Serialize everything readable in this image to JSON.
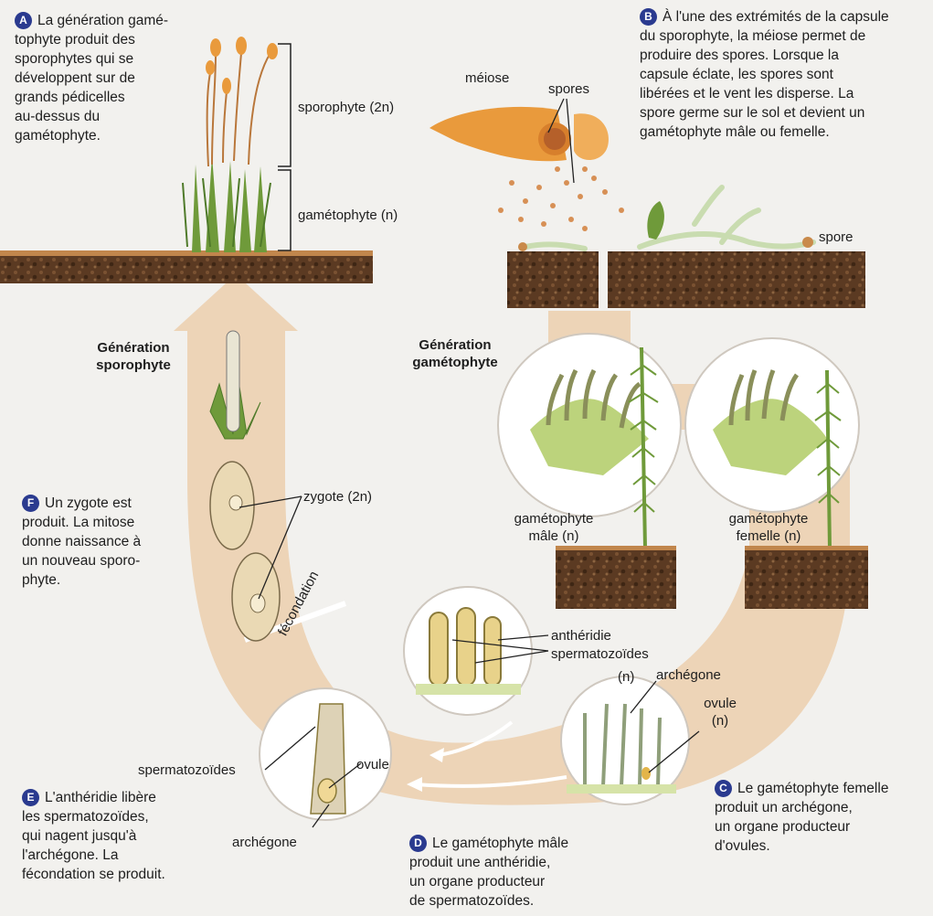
{
  "captions": {
    "A": {
      "badge": "A",
      "text": "La génération gamé-\ntophyte produit des\nsporophytes qui se\ndéveloppent sur de\ngrands pédicelles\nau-dessus du\ngamétophyte."
    },
    "B": {
      "badge": "B",
      "text": "À l'une des extrémités de la capsule\ndu sporophyte, la méiose permet de\nproduire des spores. Lorsque la\ncapsule éclate, les spores sont\nlibérées et le vent les disperse. La\nspore germe sur le sol et devient un\ngamétophyte mâle ou femelle."
    },
    "C": {
      "badge": "C",
      "text": "Le gamétophyte femelle\nproduit un archégone,\nun organe producteur\nd'ovules."
    },
    "D": {
      "badge": "D",
      "text": "Le gamétophyte mâle\nproduit une anthéridie,\nun organe producteur\nde spermatozoïdes."
    },
    "E": {
      "badge": "E",
      "text": "L'anthéridie libère\nles spermatozoïdes,\nqui nagent jusqu'à\nl'archégone. La\nfécondation se produit."
    },
    "F": {
      "badge": "F",
      "text": "Un zygote est\nproduit. La mitose\ndonne naissance à\nun nouveau sporo-\nphyte."
    }
  },
  "labels": {
    "sporophyte": "sporophyte (2n)",
    "gametophyte": "gamétophyte (n)",
    "meiose": "méiose",
    "spores": "spores",
    "spore": "spore",
    "generation_sporophyte": "Génération\nsporophyte",
    "generation_gametophyte": "Génération\ngamétophyte",
    "gametophyte_male": "gamétophyte\nmâle (n)",
    "gametophyte_femelle": "gamétophyte\nfemelle (n)",
    "zygote": "zygote (2n)",
    "antheridie": "anthéridie",
    "spermatozoides_d": "spermatozoïdes",
    "n_d": "(n)",
    "archegone_c": "archégone",
    "ovule_c": "ovule\n(n)",
    "fecondation": "fécondation",
    "spermatozoides_e": "spermatozoïdes",
    "ovule_e": "ovule",
    "archegone_e": "archégone"
  },
  "colors": {
    "arrow": "#ecd2b3",
    "badge": "#2a3a8f",
    "soil": "#5b3a22",
    "moss": "#6f9a3a",
    "capsule": "#e99a3c"
  }
}
